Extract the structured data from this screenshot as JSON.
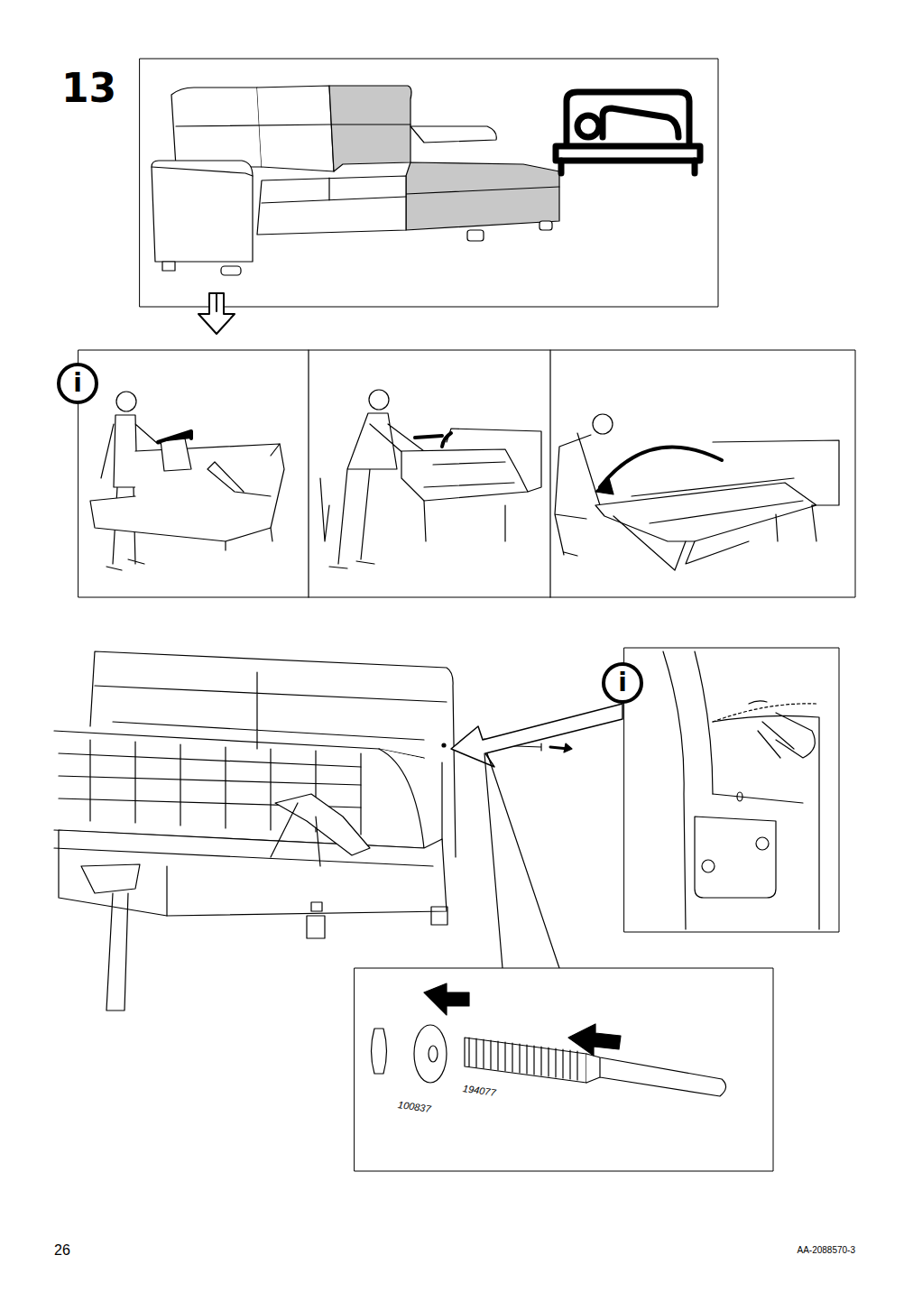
{
  "diagram": {
    "labels": [
      "13",
      "i",
      "i",
      "100837",
      "194077",
      "26",
      "AA-2088570-3"
    ]
  }
}
